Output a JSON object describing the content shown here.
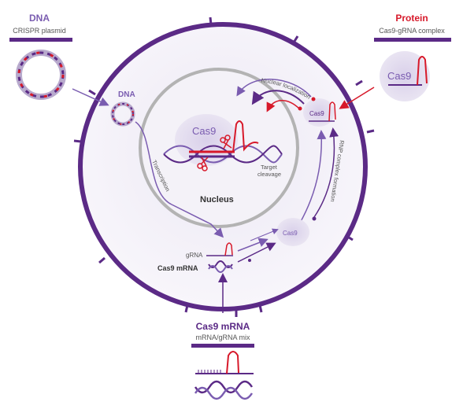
{
  "panels": {
    "dna": {
      "title": "DNA",
      "subtitle": "CRISPR plasmid"
    },
    "protein": {
      "title": "Protein",
      "subtitle": "Cas9-gRNA complex",
      "cas9_label": "Cas9"
    },
    "mrna": {
      "title": "Cas9 mRNA",
      "subtitle": "mRNA/gRNA mix"
    }
  },
  "cell": {
    "dna_label": "DNA",
    "nucleus_label": "Nucleus",
    "cas9_in_nucleus": "Cas9",
    "target_cleavage": "Target cleavage",
    "transcription": "Transcription",
    "nuclear_localization": "Nuclear localization",
    "rnp_formation": "RNP complex formation",
    "rnp_cas9": "Cas9",
    "cas9_protein": "Cas9",
    "grna": "gRNA",
    "cas9_mrna": "Cas9 mRNA"
  },
  "colors": {
    "purple_dark": "#5b2a86",
    "purple_mid": "#7a5cb0",
    "lavender": "#e7e1f1",
    "red": "#d7192a",
    "gray_nucleus": "#b3b3b3"
  }
}
